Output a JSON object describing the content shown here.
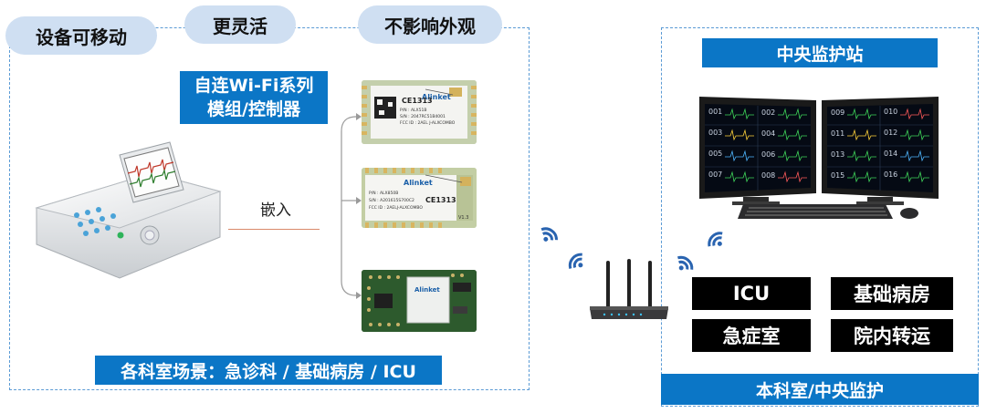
{
  "pills": [
    "设备可移动",
    "更灵活",
    "不影响外观"
  ],
  "module_caption_line1": "自连Wi-Fi系列",
  "module_caption_line2": "模组/控制器",
  "embed_label": "嵌入",
  "scenario_bar": "各科室场景：急诊科 / 基础病房 / ICU",
  "central_station": "中央监护站",
  "locations": [
    "ICU",
    "基础病房",
    "急症室",
    "院内转运"
  ],
  "bottom_bar": "本科室/中央监护",
  "modules": [
    {
      "brand": "Alinket",
      "lines": [
        "P/N : ALX51B",
        "S/N : 2047RC51B4001",
        "FCC ID : 2AEL J-ALXCOMBO"
      ],
      "ce": "CE1313"
    },
    {
      "brand": "Alinket",
      "lines": [
        "P/N : ALX850B",
        "S/N : A201615S700C2",
        "FCC ID : 2AELJ-ALXCOMBO"
      ],
      "ce": "CE1313",
      "version": "V1.3"
    },
    {
      "brand": "Alinket",
      "lines": []
    }
  ],
  "monitor_beds": [
    "001",
    "002",
    "003",
    "004",
    "005",
    "006",
    "007",
    "008",
    "009",
    "010",
    "011",
    "012",
    "013",
    "014",
    "015",
    "016"
  ],
  "colors": {
    "accent_blue": "#0b76c6",
    "pill_bg": "#cfdff2",
    "dashed": "#5b9bd5"
  }
}
